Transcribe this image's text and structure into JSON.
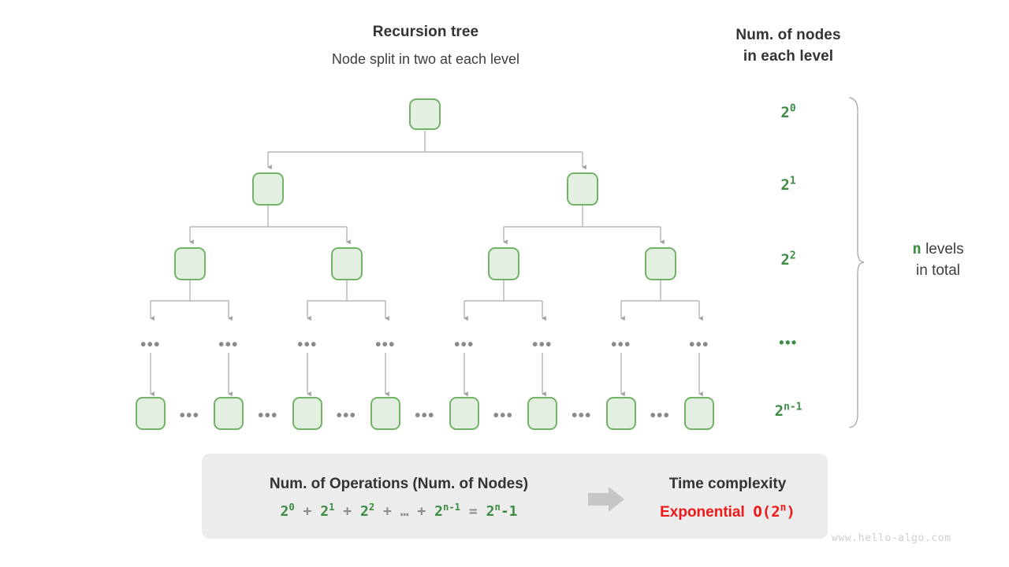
{
  "headers": {
    "tree_title": "Recursion tree",
    "tree_subtitle": "Node split in two at each level",
    "count_title_line1": "Num. of nodes",
    "count_title_line2": "in each level"
  },
  "levels": [
    {
      "label_base": "2",
      "label_exp": "0",
      "node_count": 1
    },
    {
      "label_base": "2",
      "label_exp": "1",
      "node_count": 2
    },
    {
      "label_base": "2",
      "label_exp": "2",
      "node_count": 4
    },
    {
      "label_base": "",
      "label_exp": "",
      "ellipsis": "•••",
      "node_count": 8
    },
    {
      "label_base": "2",
      "label_exp": "n-1",
      "node_count": 8
    }
  ],
  "brace": {
    "n_symbol": "n",
    "line1_rest": "levels",
    "line2": "in total"
  },
  "summary": {
    "ops_title": "Num. of Operations (Num. of Nodes)",
    "equation_terms": [
      "2",
      "0",
      "2",
      "1",
      "2",
      "2",
      "2",
      "n-1",
      "2",
      "n"
    ],
    "equation_plain": "2⁰ + 2¹ + 2² + … + 2ⁿ⁻¹ = 2ⁿ-1",
    "tc_title": "Time complexity",
    "tc_value": "Exponential",
    "tc_bigo": "O(2",
    "tc_bigo_exp": "n",
    "tc_bigo_close": ")"
  },
  "ellipsis": {
    "mid": "•••",
    "between": "•••"
  },
  "watermark": "www.hello-algo.com",
  "colors": {
    "node_fill": "#e3efe1",
    "node_border": "#72b367",
    "green_text": "#3c8c43",
    "red_text": "#f01818",
    "wire": "#a8a8a8",
    "box_bg": "#ececec"
  }
}
